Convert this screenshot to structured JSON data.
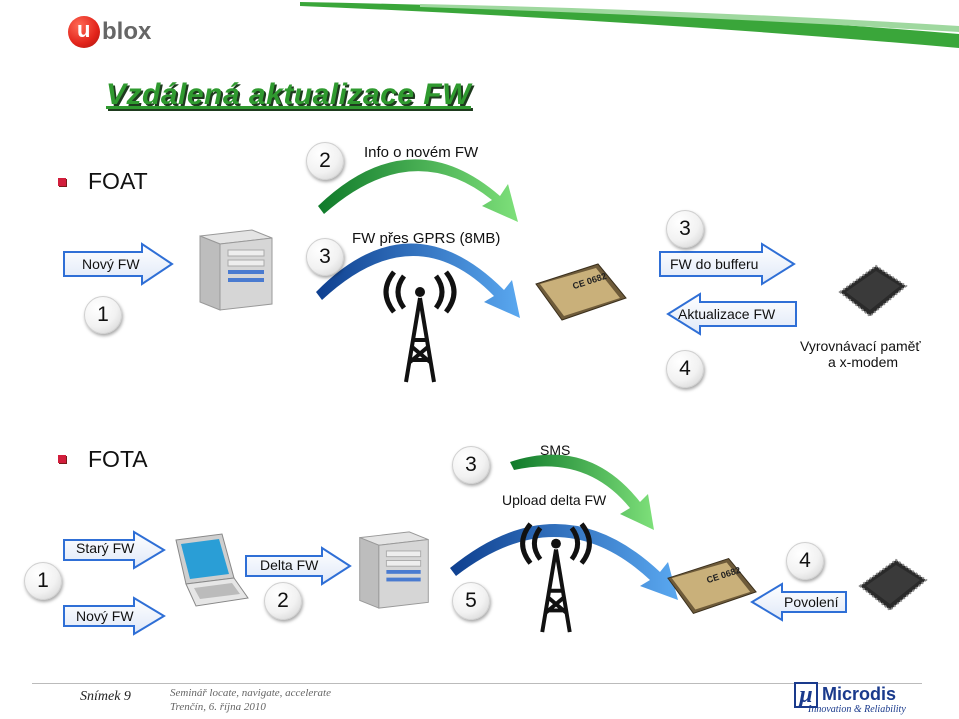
{
  "header": {
    "logo_letter": "u",
    "logo_text": "blox",
    "title": "Vzdálená aktualizace FW"
  },
  "foat": {
    "bullet_label": "FOAT",
    "step1": "1",
    "step2": "2",
    "step3a": "3",
    "step3b": "3",
    "step4": "4",
    "novy_fw": "Nový FW",
    "info": "Info o novém FW",
    "gprs": "FW přes GPRS (8MB)",
    "fw_do_bufferu": "FW do bufferu",
    "aktualizace": "Aktualizace FW",
    "buffer_line1": "Vyrovnávací paměť",
    "buffer_line2": "a x-modem",
    "module_ce": "CE 0682"
  },
  "fota": {
    "bullet_label": "FOTA",
    "step1": "1",
    "step2": "2",
    "step3": "3",
    "step4": "4",
    "step5": "5",
    "stary_fw": "Starý FW",
    "novy_fw": "Nový FW",
    "delta_fw": "Delta FW",
    "sms": "SMS",
    "upload": "Upload delta FW",
    "povoleni": "Povolení",
    "module_ce": "CE 0682"
  },
  "footer": {
    "slide": "Snímek 9",
    "seminar": "Seminář locate, navigate, accelerate",
    "place": "Trenčín, 6. října 2010",
    "brand": "Microdis",
    "tagline": "Innovation & Reliability",
    "brand_symbol": "µ"
  },
  "colors": {
    "arrow_blue": "#2f6fd6",
    "arrow_green": "#3fb84a",
    "title_green": "#2f9a2f",
    "ublox_red": "#e2231a",
    "microdis_blue": "#1a3a8c",
    "bullet_red": "#d21e3c"
  }
}
